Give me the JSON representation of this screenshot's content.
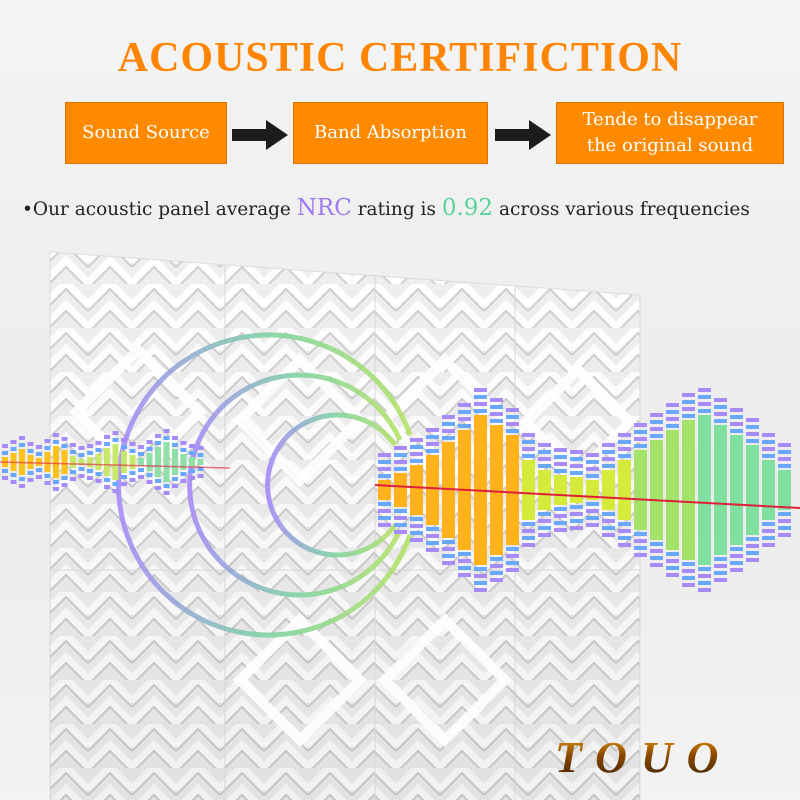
{
  "title": "ACOUSTIC CERTIFICTION",
  "flow": {
    "steps": [
      "Sound Source",
      "Band Absorption",
      "Tende to disappear\nthe original sound"
    ],
    "arrow_icon": "right-arrow-icon"
  },
  "note": {
    "bullet": "•",
    "prefix": "Our acoustic panel average ",
    "highlight_1": "NRC",
    "middle": " rating is ",
    "highlight_2": "0.92",
    "suffix": " across various frequencies"
  },
  "brand": "TOUO",
  "colors": {
    "title": "#ff8400",
    "box": "#ff8a00",
    "nrc": "#9d7bf0",
    "rating": "#59d39a",
    "signal_line": "#e0203a"
  },
  "icons": [
    "right-arrow-icon",
    "acoustic-panel-image",
    "sound-wave-icon",
    "ripple-rings-icon"
  ]
}
